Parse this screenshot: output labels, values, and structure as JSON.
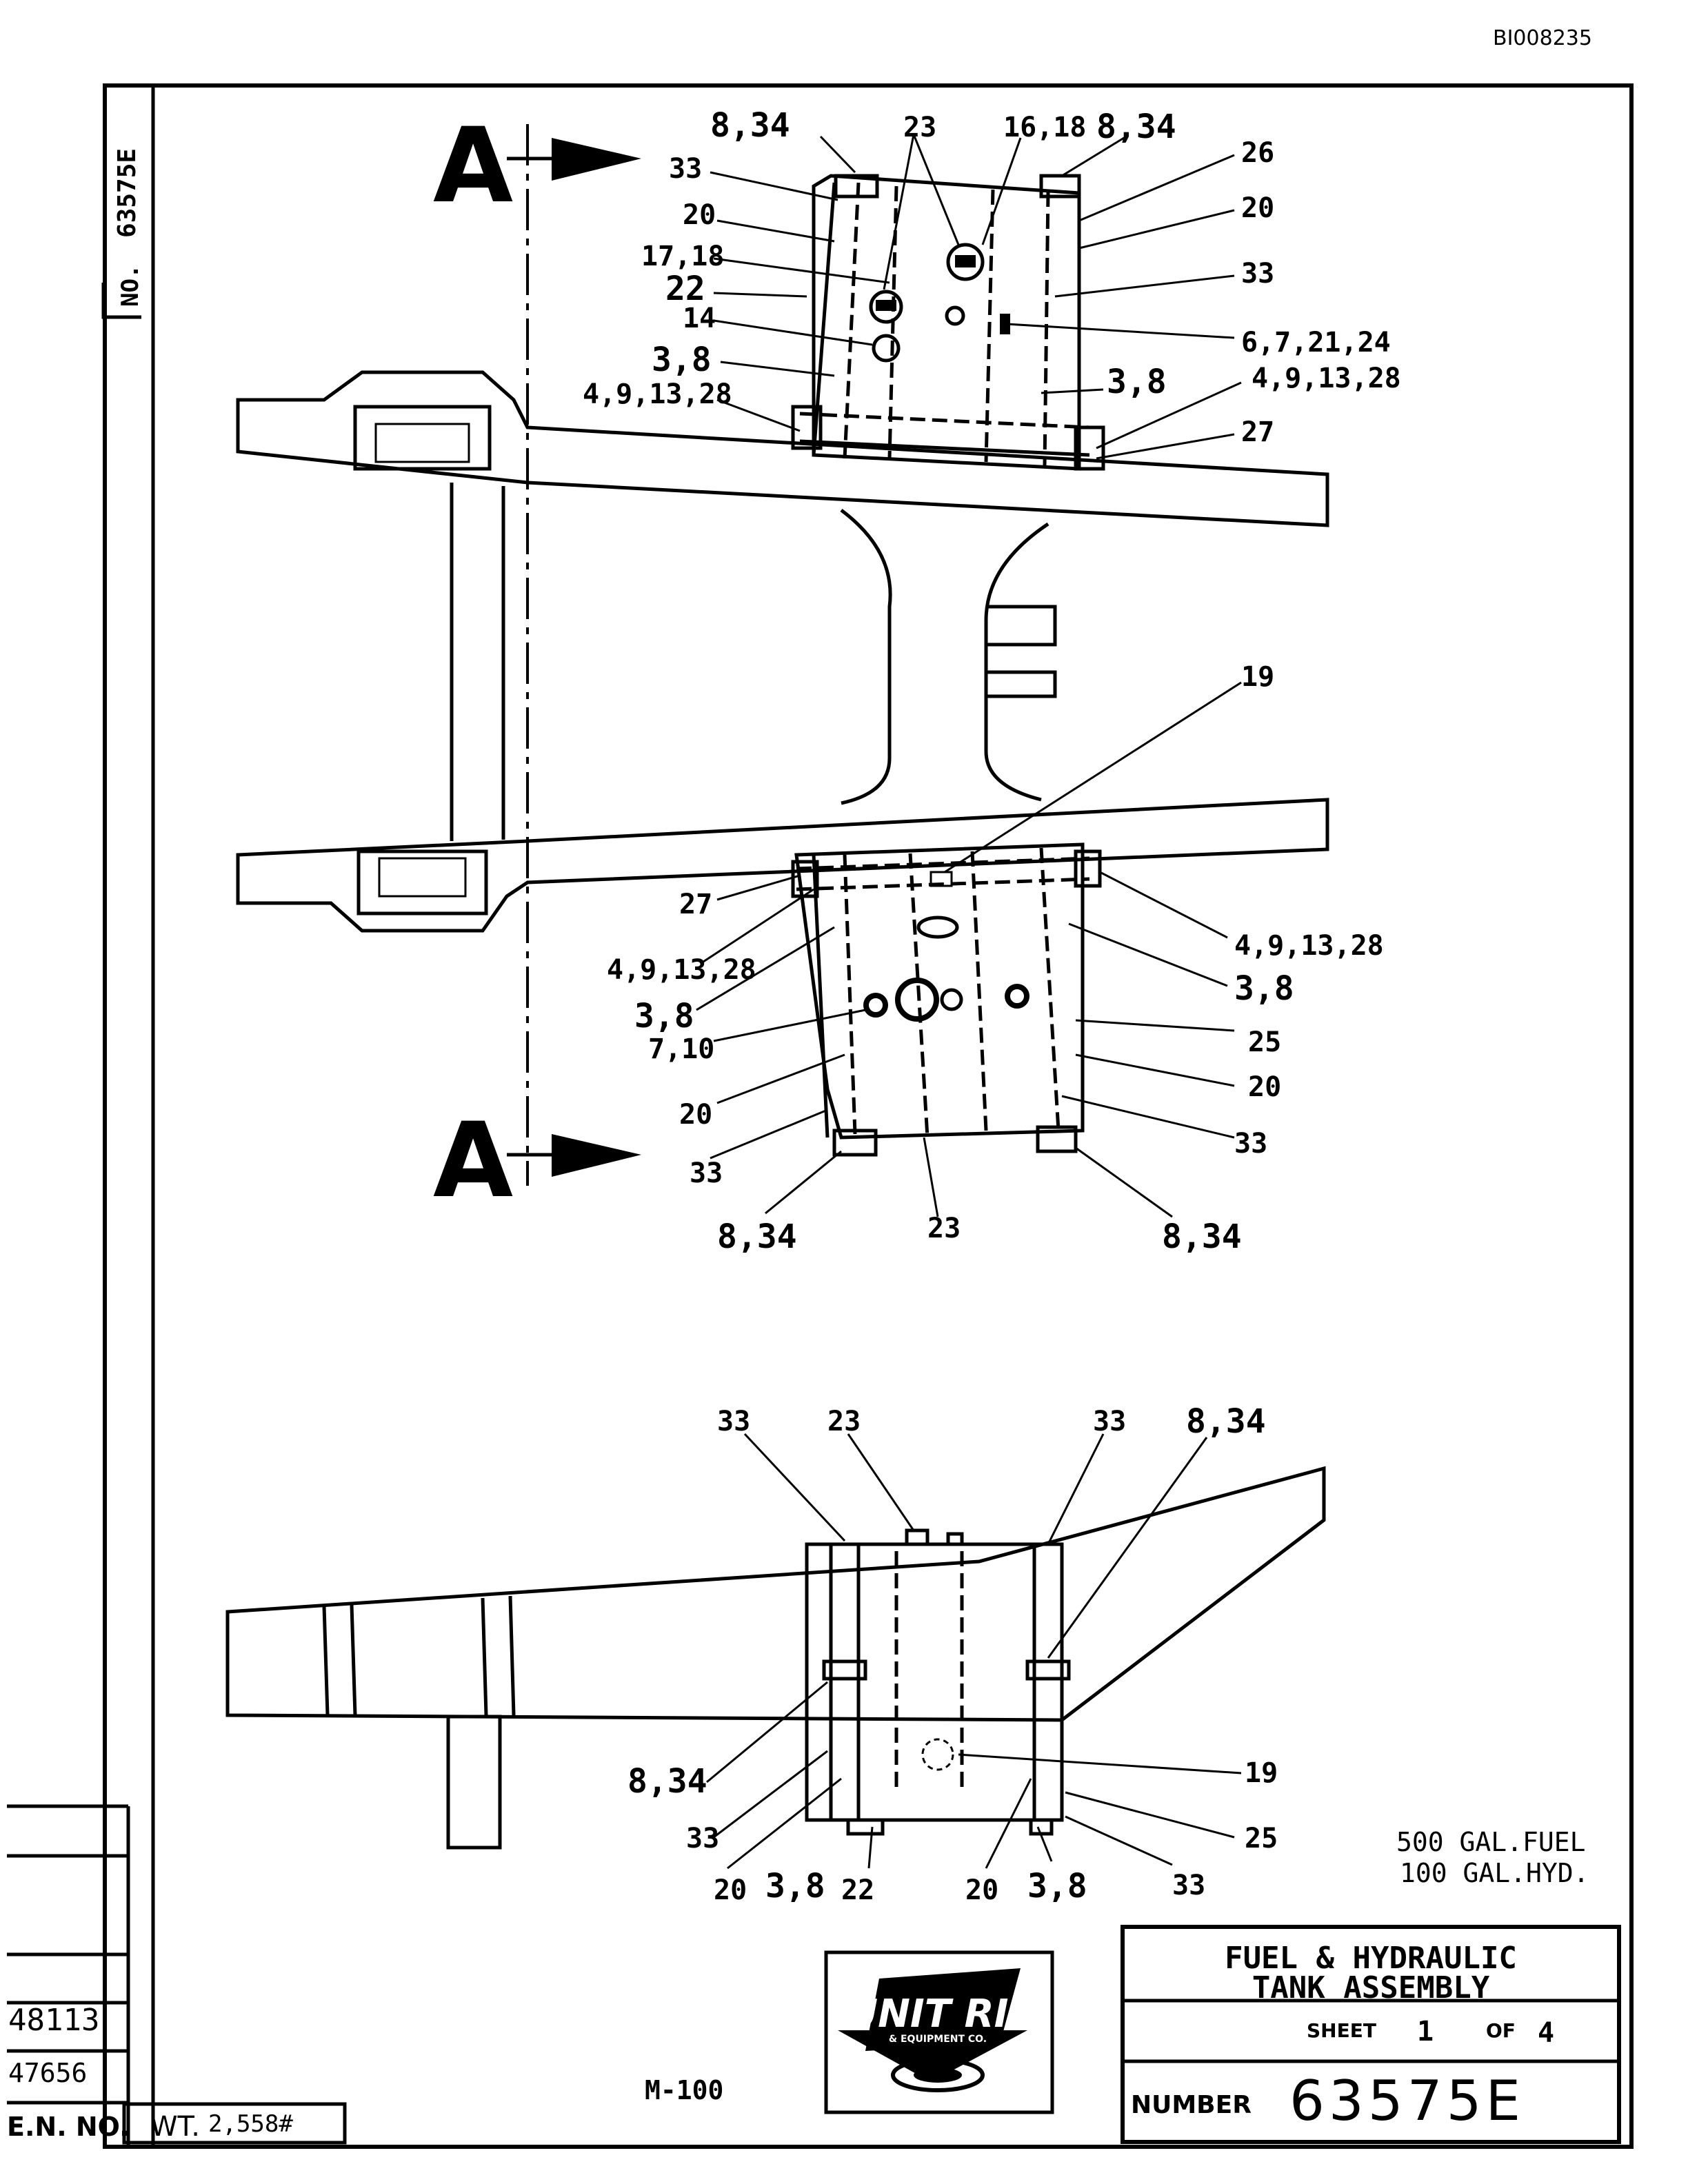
{
  "document_id": "BI008235",
  "side_number": "63575E",
  "side_no_label": "NO.",
  "section_letter": "A",
  "top_view": {
    "upper_tank_labels": [
      "8,34",
      "23",
      "16,18",
      "8,34",
      "33",
      "26",
      "20",
      "20",
      "17,18",
      "33",
      "22",
      "14",
      "6,7,21,24",
      "3,8",
      "3,8",
      "4,9,13,28",
      "4,9,13,28",
      "27"
    ],
    "lower_tank_labels": [
      "19",
      "27",
      "4,9,13,28",
      "4,9,13,28",
      "3,8",
      "3,8",
      "7,10",
      "25",
      "20",
      "20",
      "33",
      "33",
      "8,34",
      "23",
      "8,34"
    ]
  },
  "side_view": {
    "labels": [
      "33",
      "23",
      "33",
      "8,34",
      "8,34",
      "19",
      "33",
      "25",
      "20",
      "3,8",
      "22",
      "20",
      "3,8",
      "33"
    ]
  },
  "capacity": {
    "fuel": "500 GAL.FUEL",
    "hyd": "100 GAL.HYD."
  },
  "title_block": {
    "title_line1": "FUEL & HYDRAULIC",
    "title_line2": "TANK ASSEMBLY",
    "sheet_label": "SHEET",
    "sheet_num": "1",
    "of_label": "OF",
    "sheet_total": "4",
    "number_label": "NUMBER",
    "number": "63575E",
    "model": "M-100",
    "weight_label": "WT.",
    "weight": "2,558#",
    "en_label": "E.N. NO.",
    "en_numbers": [
      "48113",
      "47656"
    ],
    "logo_text": "UNIT RIG",
    "logo_subtext": "& EQUIPMENT CO."
  }
}
